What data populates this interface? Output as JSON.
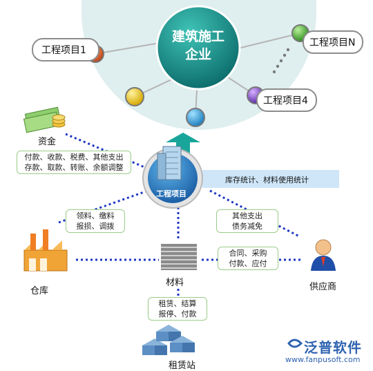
{
  "center": {
    "line1": "建筑施工",
    "line2": "企业"
  },
  "projects": {
    "p1": "工程项目1",
    "pn": "工程项目N",
    "p4": "工程项目4"
  },
  "hub": {
    "label": "工程项目"
  },
  "inventory_banner": "库存统计、材料使用统计",
  "nodes": {
    "funds": "资金",
    "warehouse": "仓库",
    "materials": "材料",
    "supplier": "供应商",
    "rental": "租赁站"
  },
  "notes": {
    "funds_line1": "付款、收款、税费、其他支出",
    "funds_line2": "存款、取款、转账、余额调整",
    "warehouse_line1": "领料、缴料",
    "warehouse_line2": "报损、调拨",
    "other_line1": "其他支出",
    "other_line2": "债务减免",
    "supplier_line1": "合同、采购",
    "supplier_line2": "付款、应付",
    "rental_line1": "租赁、结算",
    "rental_line2": "报停、付款"
  },
  "brand": {
    "name": "泛普软件",
    "url": "www.fanpusoft.com"
  },
  "colors": {
    "center": "#1a8f89",
    "connector": "#1d35c4",
    "banner": "#cfe6f8",
    "accent": "#2f63b0"
  }
}
